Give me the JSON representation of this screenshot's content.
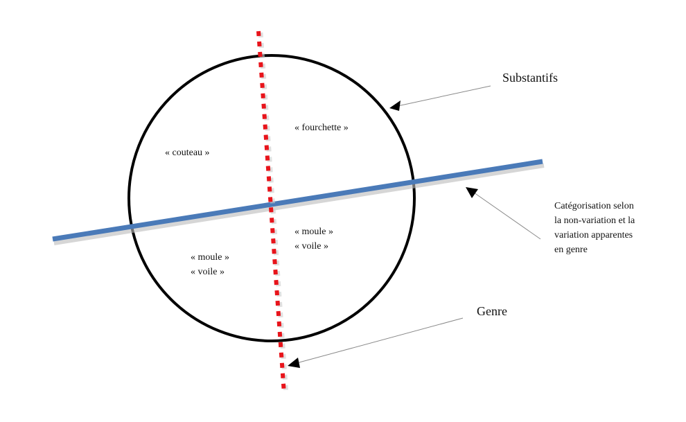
{
  "labels": {
    "substantifs": "Substantifs",
    "categorisation": [
      "Catégorisation selon",
      "la non-variation et la",
      "variation apparentes",
      "en genre"
    ],
    "genre": "Genre"
  },
  "quadrants": {
    "top_left": "« couteau »",
    "top_right": "« fourchette »",
    "bottom_right": [
      "« moule »",
      "« voile »"
    ],
    "bottom_left": [
      "« moule »",
      "« voile »"
    ]
  },
  "colors": {
    "circle": "#000000",
    "genre_line": "#e8141b",
    "categorisation_line": "#4a7ab8",
    "arrow_line": "#888888"
  }
}
